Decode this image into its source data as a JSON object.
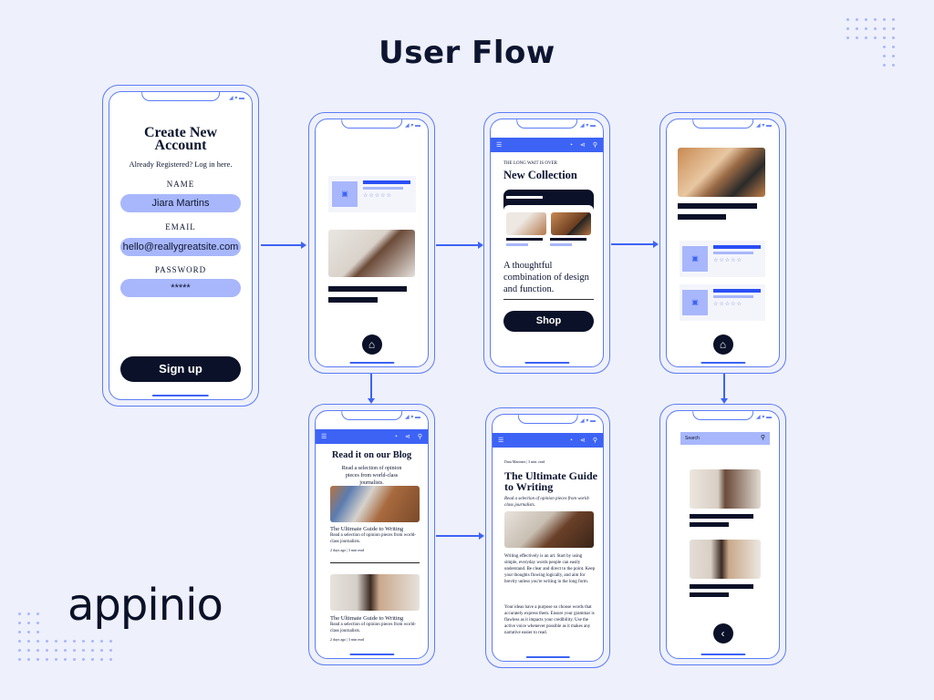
{
  "title": "User Flow",
  "logo": "appinio",
  "signup": {
    "heading": "Create New Account",
    "subheading": "Already Registered? Log in here.",
    "name_label": "NAME",
    "name_value": "Jiara Martins",
    "email_label": "EMAIL",
    "email_value": "hello@reallygreatsite.com",
    "password_label": "PASSWORD",
    "password_value": "*****",
    "button": "Sign up"
  },
  "collection": {
    "eyebrow": "THE LONG WAIT IS OVER",
    "heading": "New Collection",
    "tagline": "A thoughtful combination of design and function.",
    "button": "Shop"
  },
  "blog": {
    "heading": "Read it on our Blog",
    "subheading": "Read a selection of opinion pieces from world-class journalists.",
    "posts": [
      {
        "title": "The Ultimate Guide to Writing",
        "excerpt": "Read a selection of opinion pieces from world-class journalists.",
        "meta": "2 days ago | 3 min read"
      },
      {
        "title": "The Ultimate Guide to Writing",
        "excerpt": "Read a selection of opinion pieces from world-class journalists.",
        "meta": "2 days ago | 3 min read"
      }
    ]
  },
  "article": {
    "meta": "Dani Martinez | 3 min. read",
    "title": "The Ultimate Guide to Writing",
    "lede": "Read a selection of opinion pieces from world-class journalists.",
    "p1": "Writing effectively is an art. Start by using simple, everyday words people can easily understand. Be clear and direct to the point. Keep your thoughts flowing logically, and aim for brevity unless you're writing in the long form.",
    "p2": "Your ideas have a purpose so choose words that accurately express them. Ensure your grammar is flawless as it impacts your credibility. Use the active voice whenever possible as it makes any narrative easier to read."
  },
  "search": {
    "placeholder": "Search"
  },
  "colors": {
    "accent": "#3d63f5",
    "dark": "#0a1128",
    "light_accent": "#a8b7fb",
    "background": "#eef0fb"
  },
  "icons": {
    "topbar": [
      "menu-icon",
      "bell-icon",
      "share-icon",
      "search-icon"
    ],
    "home": "home-icon",
    "back": "chevron-left-icon",
    "image_placeholder": "image-icon"
  }
}
